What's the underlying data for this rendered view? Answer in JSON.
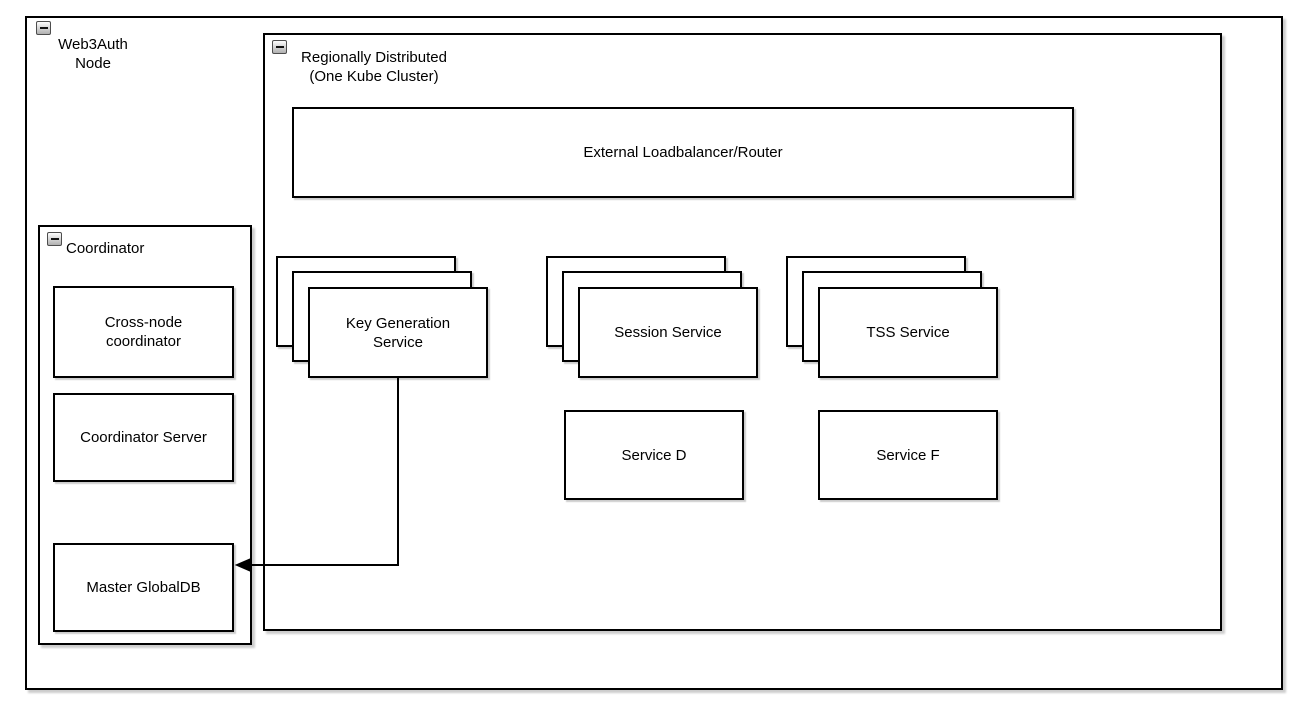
{
  "colors": {
    "stroke": "#000000",
    "fill": "#ffffff",
    "shadow": "rgba(0,0,0,0.2)"
  },
  "containers": {
    "web3auth_node": {
      "label": "Web3Auth\nNode",
      "collapse_icon": "minus"
    },
    "regional_cluster": {
      "label": "Regionally Distributed\n(One Kube Cluster)",
      "collapse_icon": "minus"
    },
    "coordinator": {
      "label": "Coordinator",
      "collapse_icon": "minus"
    }
  },
  "nodes": {
    "external_loadbalancer": {
      "label": "External Loadbalancer/Router"
    },
    "key_generation_service": {
      "label": "Key Generation\nService",
      "stack_count": 3
    },
    "session_service": {
      "label": "Session Service",
      "stack_count": 3
    },
    "tss_service": {
      "label": "TSS Service",
      "stack_count": 3
    },
    "service_d": {
      "label": "Service D"
    },
    "service_f": {
      "label": "Service F"
    },
    "cross_node_coordinator": {
      "label": "Cross-node\ncoordinator"
    },
    "coordinator_server": {
      "label": "Coordinator Server"
    },
    "master_globaldb": {
      "label": "Master GlobalDB"
    }
  },
  "edges": [
    {
      "from": "key_generation_service",
      "to": "master_globaldb",
      "type": "orthogonal",
      "arrowhead": "filled-triangle"
    }
  ]
}
